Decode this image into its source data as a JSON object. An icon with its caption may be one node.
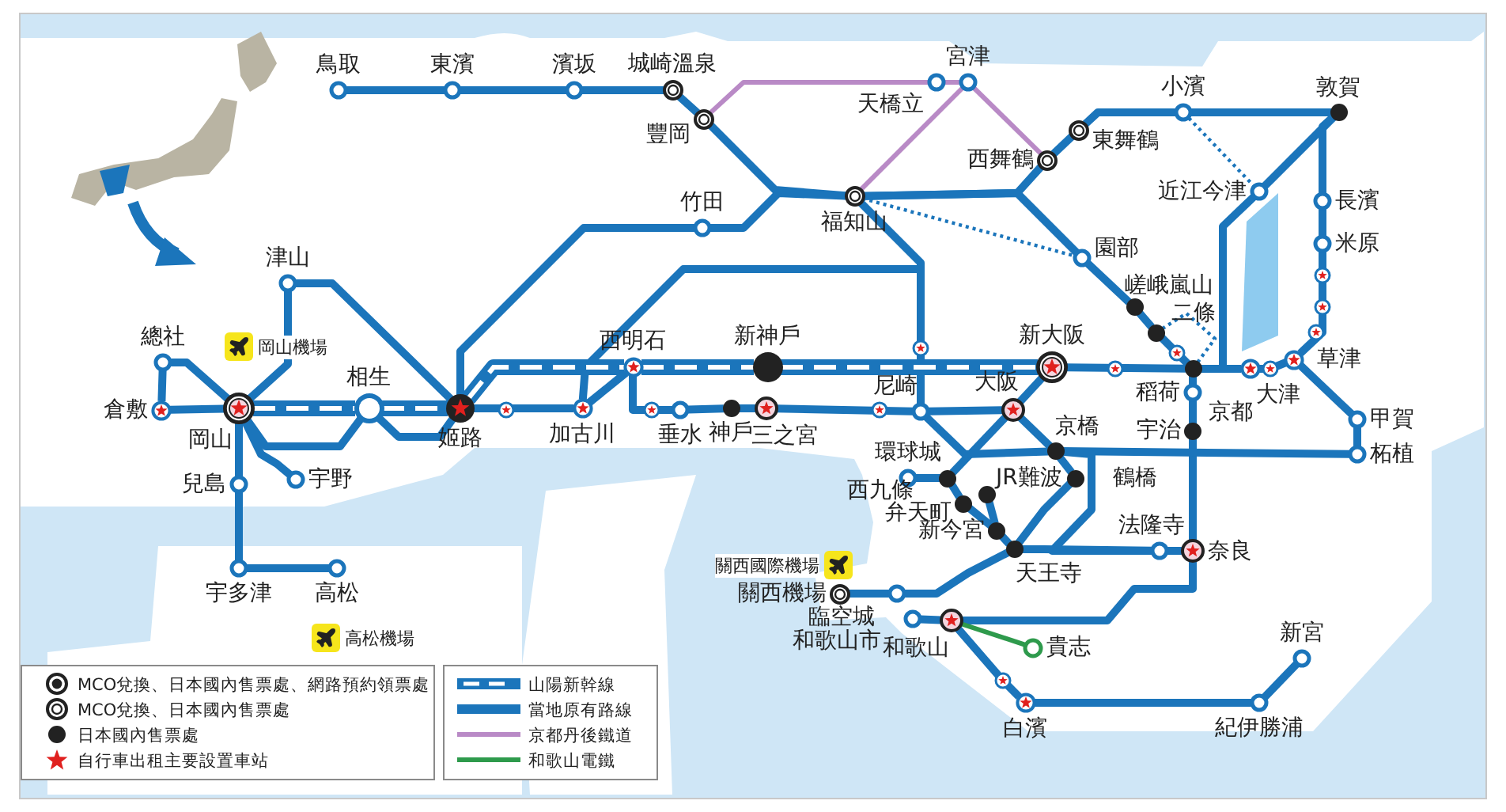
{
  "diagram": {
    "nodes": [
      {
        "text": [
          "鳥取"
        ]
      },
      {
        "text": [
          "東濱"
        ]
      },
      {
        "text": [
          "濱坂"
        ]
      },
      {
        "text": [
          "城崎溫泉"
        ]
      },
      {
        "text": [
          "豐岡"
        ]
      },
      {
        "text": [
          "天橋立"
        ]
      },
      {
        "text": [
          "宮津"
        ]
      },
      {
        "text": [
          "福知山"
        ]
      },
      {
        "text": [
          "西舞鶴"
        ]
      },
      {
        "text": [
          "東舞鶴"
        ]
      },
      {
        "text": [
          "小濱"
        ]
      },
      {
        "text": [
          "敦賀"
        ]
      },
      {
        "text": [
          "近江今津"
        ]
      },
      {
        "text": [
          "長濱"
        ]
      },
      {
        "text": [
          "米原"
        ]
      },
      {
        "text": [
          "竹田"
        ]
      },
      {
        "text": [
          "園部"
        ]
      },
      {
        "text": [
          "嵯峨嵐山"
        ]
      },
      {
        "text": [
          "二條"
        ]
      },
      {
        "text": [
          "京都"
        ]
      },
      {
        "text": [
          "大津"
        ]
      },
      {
        "text": [
          "草津"
        ]
      },
      {
        "text": [
          "甲賀"
        ]
      },
      {
        "text": [
          "柘植"
        ]
      },
      {
        "text": [
          "稻荷"
        ]
      },
      {
        "text": [
          "宇治"
        ]
      },
      {
        "text": [
          "奈良"
        ]
      },
      {
        "text": [
          "法隆寺"
        ]
      },
      {
        "text": [
          "津山"
        ]
      },
      {
        "text": [
          "總社"
        ]
      },
      {
        "text": [
          "倉敷"
        ]
      },
      {
        "text": [
          "岡山"
        ]
      },
      {
        "text": [
          "相生"
        ]
      },
      {
        "text": [
          "宇野"
        ]
      },
      {
        "text": [
          "兒島"
        ]
      },
      {
        "text": [
          "宇多津"
        ]
      },
      {
        "text": [
          "高松"
        ]
      },
      {
        "text": [
          "姬路"
        ]
      },
      {
        "text": [
          "加古川"
        ]
      },
      {
        "text": [
          "西明石"
        ]
      },
      {
        "text": [
          "新神戶"
        ]
      },
      {
        "text": [
          "新大阪"
        ]
      },
      {
        "text": [
          "垂水"
        ]
      },
      {
        "text": [
          "神戶"
        ]
      },
      {
        "text": [
          "三之宮"
        ]
      },
      {
        "text": [
          "尼崎"
        ]
      },
      {
        "text": [
          "大阪"
        ]
      },
      {
        "text": [
          "京橋"
        ]
      },
      {
        "text": [
          "鶴橋"
        ]
      },
      {
        "text": [
          "環球城"
        ]
      },
      {
        "text": [
          "西九條"
        ]
      },
      {
        "text": [
          "JR難波"
        ]
      },
      {
        "text": [
          "弁天町"
        ]
      },
      {
        "text": [
          "新今宮"
        ]
      },
      {
        "text": [
          "天王寺"
        ]
      },
      {
        "text": [
          "關西機場"
        ]
      },
      {
        "text": [
          "臨空城"
        ]
      },
      {
        "text": [
          "和歌山市"
        ]
      },
      {
        "text": [
          "和歌山"
        ]
      },
      {
        "text": [
          "貴志"
        ]
      },
      {
        "text": [
          "白濱"
        ]
      },
      {
        "text": [
          "紀伊勝浦"
        ]
      },
      {
        "text": [
          "新宮"
        ]
      },
      {
        "text": [],
        "shape": "circle"
      },
      {
        "text": [],
        "shape": "circle"
      }
    ],
    "edges": [
      {
        "from": 0,
        "to": 1,
        "arrow": "none"
      },
      {
        "from": 1,
        "to": 2,
        "arrow": "none"
      },
      {
        "from": 2,
        "to": 3,
        "arrow": "none"
      },
      {
        "from": 3,
        "to": 4,
        "arrow": "none"
      },
      {
        "from": 4,
        "to": 7,
        "arrow": "none"
      },
      {
        "from": 37,
        "to": 15,
        "arrow": "none"
      },
      {
        "from": 15,
        "to": 7,
        "arrow": "none"
      },
      {
        "from": 7,
        "to": 45,
        "arrow": "none"
      },
      {
        "from": 38,
        "to": 45,
        "arrow": "none"
      },
      {
        "from": 7,
        "to": 8,
        "arrow": "none"
      },
      {
        "from": 8,
        "to": 9,
        "arrow": "none"
      },
      {
        "from": 9,
        "to": 10,
        "arrow": "none"
      },
      {
        "from": 10,
        "to": 11,
        "arrow": "none"
      },
      {
        "from": 7,
        "to": 16,
        "arrow": "none"
      },
      {
        "from": 16,
        "to": 17,
        "arrow": "none"
      },
      {
        "from": 17,
        "to": 18,
        "arrow": "none"
      },
      {
        "from": 18,
        "to": 63,
        "arrow": "none"
      },
      {
        "from": 4,
        "to": 5,
        "arrow": "none",
        "color": "#b98ac6"
      },
      {
        "from": 5,
        "to": 6,
        "arrow": "none",
        "color": "#b98ac6"
      },
      {
        "from": 7,
        "to": 6,
        "arrow": "none",
        "color": "#b98ac6"
      },
      {
        "from": 6,
        "to": 8,
        "arrow": "none",
        "color": "#b98ac6"
      },
      {
        "from": 7,
        "to": 16,
        "arrow": "none",
        "style": "dashed"
      },
      {
        "from": 10,
        "to": 12,
        "arrow": "none",
        "style": "dashed"
      },
      {
        "from": 19,
        "to": 12,
        "arrow": "none"
      },
      {
        "from": 12,
        "to": 11,
        "arrow": "none"
      },
      {
        "from": 19,
        "to": 20,
        "arrow": "none"
      },
      {
        "from": 20,
        "to": 64,
        "arrow": "none"
      },
      {
        "from": 21,
        "to": 14,
        "arrow": "none"
      },
      {
        "from": 14,
        "to": 13,
        "arrow": "none"
      },
      {
        "from": 13,
        "to": 11,
        "arrow": "none"
      },
      {
        "from": 21,
        "to": 22,
        "arrow": "none"
      },
      {
        "from": 22,
        "to": 23,
        "arrow": "none"
      },
      {
        "from": 41,
        "to": 19,
        "arrow": "none"
      },
      {
        "from": 40,
        "to": 41,
        "arrow": "none",
        "style": "thick"
      },
      {
        "from": 39,
        "to": 40,
        "arrow": "none",
        "style": "thick"
      },
      {
        "from": 37,
        "to": 39,
        "arrow": "none",
        "style": "thick"
      },
      {
        "from": 32,
        "to": 37,
        "arrow": "none",
        "style": "thick"
      },
      {
        "from": 31,
        "to": 32,
        "arrow": "none",
        "style": "thick"
      },
      {
        "from": 19,
        "to": 24,
        "arrow": "none"
      },
      {
        "from": 24,
        "to": 25,
        "arrow": "none"
      },
      {
        "from": 25,
        "to": 26,
        "arrow": "none"
      },
      {
        "from": 26,
        "to": 27,
        "arrow": "none"
      },
      {
        "from": 27,
        "to": 54,
        "arrow": "none"
      },
      {
        "from": 58,
        "to": 26,
        "arrow": "none"
      },
      {
        "from": 46,
        "to": 47,
        "arrow": "none"
      },
      {
        "from": 47,
        "to": 48,
        "arrow": "none"
      },
      {
        "from": 48,
        "to": 54,
        "arrow": "none"
      },
      {
        "from": 54,
        "to": 53,
        "arrow": "none"
      },
      {
        "from": 53,
        "to": 52,
        "arrow": "none"
      },
      {
        "from": 52,
        "to": 50,
        "arrow": "none"
      },
      {
        "from": 50,
        "to": 46,
        "arrow": "none"
      },
      {
        "from": 51,
        "to": 53,
        "arrow": "none"
      },
      {
        "from": 49,
        "to": 50,
        "arrow": "none"
      },
      {
        "from": 45,
        "to": 47,
        "arrow": "none"
      },
      {
        "from": 47,
        "to": 23,
        "arrow": "none"
      },
      {
        "from": 47,
        "to": 27,
        "arrow": "none"
      },
      {
        "from": 55,
        "to": 56,
        "arrow": "none"
      },
      {
        "from": 56,
        "to": 54,
        "arrow": "none"
      },
      {
        "from": 57,
        "to": 58,
        "arrow": "none"
      },
      {
        "from": 58,
        "to": 59,
        "arrow": "none",
        "color": "#2e9a4c"
      },
      {
        "from": 58,
        "to": 60,
        "arrow": "none"
      },
      {
        "from": 60,
        "to": 61,
        "arrow": "none"
      },
      {
        "from": 61,
        "to": 62,
        "arrow": "none"
      },
      {
        "from": 30,
        "to": 31,
        "arrow": "none"
      },
      {
        "from": 29,
        "to": 30,
        "arrow": "none"
      },
      {
        "from": 29,
        "to": 31,
        "arrow": "none"
      },
      {
        "from": 28,
        "to": 31,
        "arrow": "none"
      },
      {
        "from": 28,
        "to": 37,
        "arrow": "none"
      },
      {
        "from": 31,
        "to": 34,
        "arrow": "none"
      },
      {
        "from": 34,
        "to": 35,
        "arrow": "none"
      },
      {
        "from": 35,
        "to": 36,
        "arrow": "none"
      },
      {
        "from": 31,
        "to": 33,
        "arrow": "none"
      },
      {
        "from": 31,
        "to": 32,
        "arrow": "none"
      },
      {
        "from": 32,
        "to": 37,
        "arrow": "none"
      },
      {
        "from": 37,
        "to": 38,
        "arrow": "none"
      },
      {
        "from": 38,
        "to": 39,
        "arrow": "none"
      },
      {
        "from": 39,
        "to": 42,
        "arrow": "none"
      },
      {
        "from": 42,
        "to": 43,
        "arrow": "none"
      },
      {
        "from": 43,
        "to": 44,
        "arrow": "none"
      },
      {
        "from": 44,
        "to": 45,
        "arrow": "none"
      },
      {
        "from": 45,
        "to": 46,
        "arrow": "none"
      },
      {
        "from": 41,
        "to": 46,
        "arrow": "none"
      },
      {
        "from": 63,
        "to": 19,
        "arrow": "none"
      },
      {
        "from": 64,
        "to": 21,
        "arrow": "none"
      },
      {
        "from": 18,
        "to": 19,
        "arrow": "none",
        "style": "dashed"
      }
    ],
    "labels": [
      "岡山機場",
      "高松機場",
      "關西國際機場"
    ],
    "legend": [
      {
        "text": "MCO兌換、日本國內售票處、網路預約領票處"
      },
      {
        "text": "MCO兌換、日本國內售票處"
      },
      {
        "text": "日本國內售票處"
      },
      {
        "text": "自行車出租主要設置車站"
      },
      {
        "text": "山陽新幹線"
      },
      {
        "text": "當地原有路線"
      },
      {
        "text": "京都丹後鐵道"
      },
      {
        "text": "和歌山電鐵"
      }
    ]
  }
}
